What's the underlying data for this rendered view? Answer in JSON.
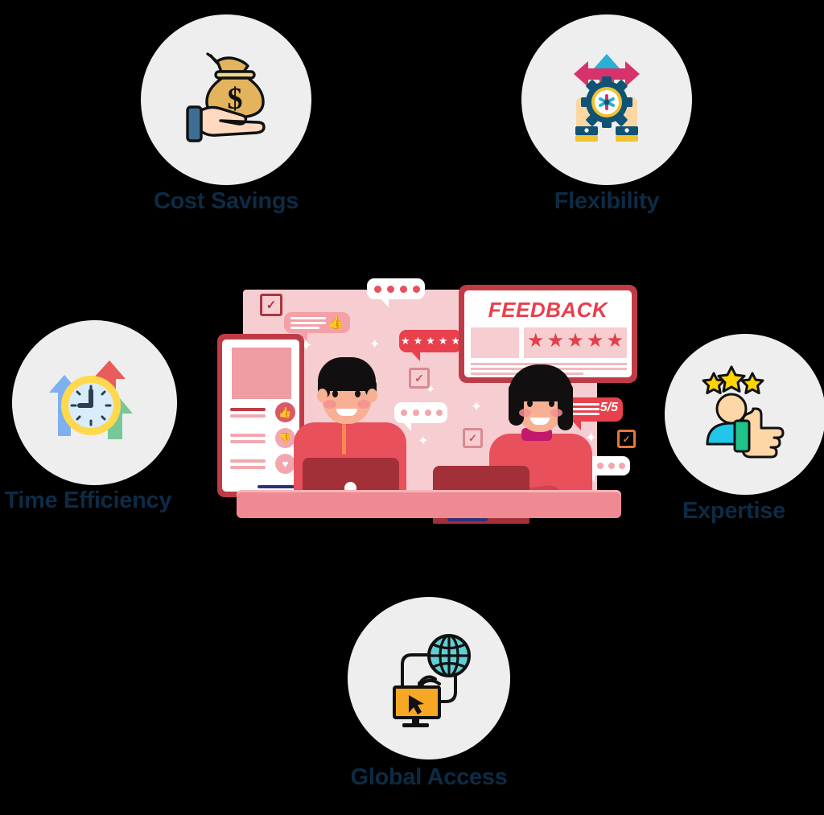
{
  "page": {
    "background": "#000000",
    "accent_navy": "#0d2b45",
    "accent_red": "#e8404c",
    "circle_bg": "#eeeeee"
  },
  "features": [
    {
      "id": "cost-savings",
      "label": "Cost Savings",
      "icon": "money-bag-in-hand-icon",
      "position": "top-left",
      "colors": {
        "bag": "#e3b45d",
        "hand": "#ffd9c0",
        "cuff": "#3d6e96"
      }
    },
    {
      "id": "flexibility",
      "label": "Flexibility",
      "icon": "hands-holding-gear-arrows-icon",
      "position": "top-right",
      "colors": {
        "gear": "#115374",
        "arrow_up": "#29b0d4",
        "arrow_side": "#d6336c",
        "cuff": "#f2c230"
      }
    },
    {
      "id": "time-efficiency",
      "label": "Time Efficiency",
      "icon": "clock-with-up-arrows-icon",
      "position": "middle-left",
      "colors": {
        "clock_ring": "#ffd84d",
        "clock_face": "#d8ecfa",
        "arrow_blue": "#7eb0ef",
        "arrow_red": "#e85c5c",
        "arrow_green": "#78c796"
      }
    },
    {
      "id": "expertise",
      "label": "Expertise",
      "icon": "person-thumbs-up-stars-icon",
      "position": "middle-right",
      "colors": {
        "stars": "#ffd400",
        "shirt": "#22c6e8",
        "skin": "#ffd6a5",
        "cuff": "#1fc48a"
      }
    },
    {
      "id": "global-access",
      "label": "Global Access",
      "icon": "monitor-wifi-globe-icon",
      "position": "bottom-center",
      "colors": {
        "monitor": "#f6a723",
        "globe": "#5ecfd4",
        "outline": "#111111"
      }
    }
  ],
  "illustration": {
    "name": "customer-feedback-illustration",
    "feedback_card": {
      "title": "FEEDBACK",
      "star_rating": 5,
      "star_count": 5
    },
    "score_badge": {
      "value": "5/5"
    },
    "star_bubble": {
      "star_count": 5
    },
    "phone_panel": {
      "reaction_icons": [
        "thumbs-up-icon",
        "thumbs-down-icon",
        "heart-icon"
      ]
    },
    "people": [
      {
        "id": "person-left",
        "gender_presentation": "male",
        "hair": "#120f10",
        "shirt": "#e8505c"
      },
      {
        "id": "person-right",
        "gender_presentation": "female",
        "hair": "#120f10",
        "shirt": "#e8505c",
        "collar": "#c2186e"
      }
    ],
    "checkbox_count": 3,
    "dot_bubble_count": 3
  }
}
